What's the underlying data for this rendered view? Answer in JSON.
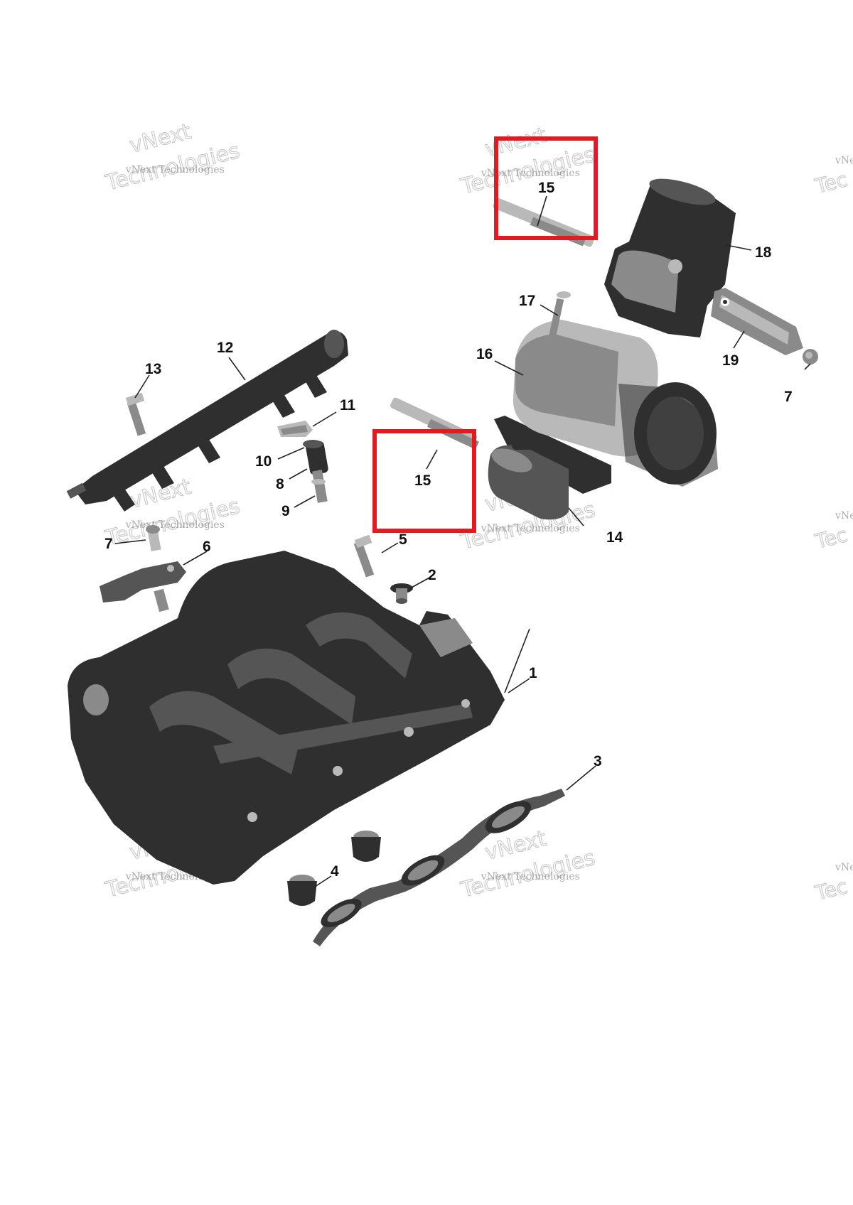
{
  "watermark": {
    "line1": "vNext",
    "line2": "vNext Technologies",
    "line3": "Technologies",
    "edge_fragment_1": "vNe",
    "edge_fragment_2": "Tec"
  },
  "callouts": [
    {
      "id": "1",
      "label": "1"
    },
    {
      "id": "2",
      "label": "2"
    },
    {
      "id": "3",
      "label": "3"
    },
    {
      "id": "4",
      "label": "4"
    },
    {
      "id": "5",
      "label": "5"
    },
    {
      "id": "6",
      "label": "6"
    },
    {
      "id": "7a",
      "label": "7"
    },
    {
      "id": "7b",
      "label": "7"
    },
    {
      "id": "8",
      "label": "8"
    },
    {
      "id": "9",
      "label": "9"
    },
    {
      "id": "10",
      "label": "10"
    },
    {
      "id": "11",
      "label": "11"
    },
    {
      "id": "12",
      "label": "12"
    },
    {
      "id": "13",
      "label": "13"
    },
    {
      "id": "14",
      "label": "14"
    },
    {
      "id": "15a",
      "label": "15"
    },
    {
      "id": "15b",
      "label": "15"
    },
    {
      "id": "16",
      "label": "16"
    },
    {
      "id": "17",
      "label": "17"
    },
    {
      "id": "18",
      "label": "18"
    },
    {
      "id": "19",
      "label": "19"
    }
  ],
  "highlight_color": "#e01b24"
}
